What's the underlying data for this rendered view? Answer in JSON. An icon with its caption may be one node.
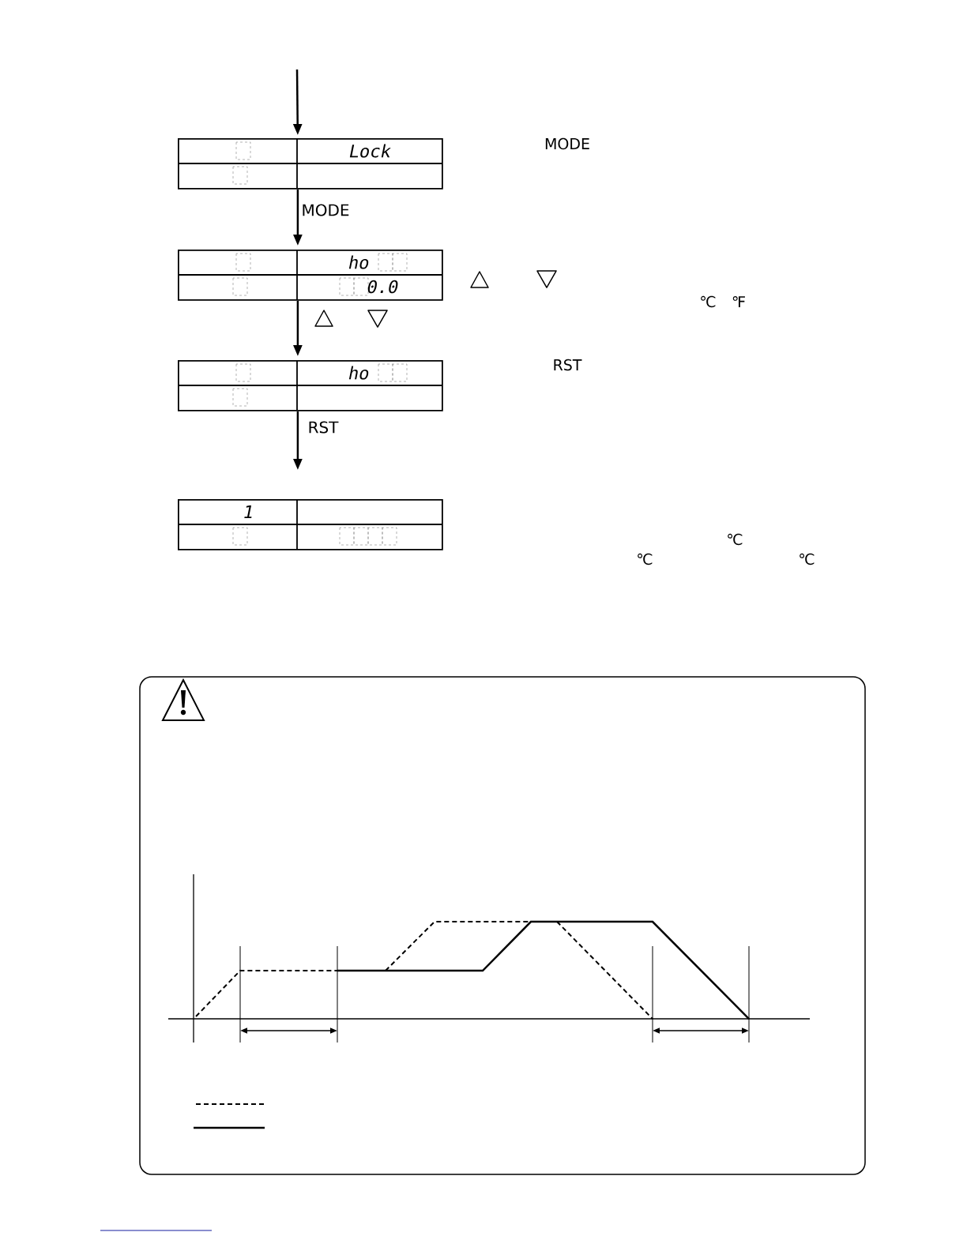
{
  "diagram": {
    "nodes": [
      {
        "text": [
          "Lock"
        ]
      },
      {
        "text": [
          "ho",
          "0.0"
        ]
      },
      {
        "text": [
          "ho"
        ]
      },
      {
        "text": [
          "1"
        ]
      }
    ],
    "edges": [
      {
        "from": null,
        "to": 0,
        "arrow": "to"
      },
      {
        "from": 0,
        "to": 1,
        "arrow": "to",
        "label": "MODE"
      },
      {
        "from": 1,
        "to": 2,
        "arrow": "to"
      },
      {
        "from": 2,
        "to": 3,
        "arrow": "to",
        "label": "RST"
      }
    ],
    "labels": [
      "MODE",
      "℃",
      "℉",
      "RST",
      "℃",
      "℃",
      "℃"
    ]
  }
}
